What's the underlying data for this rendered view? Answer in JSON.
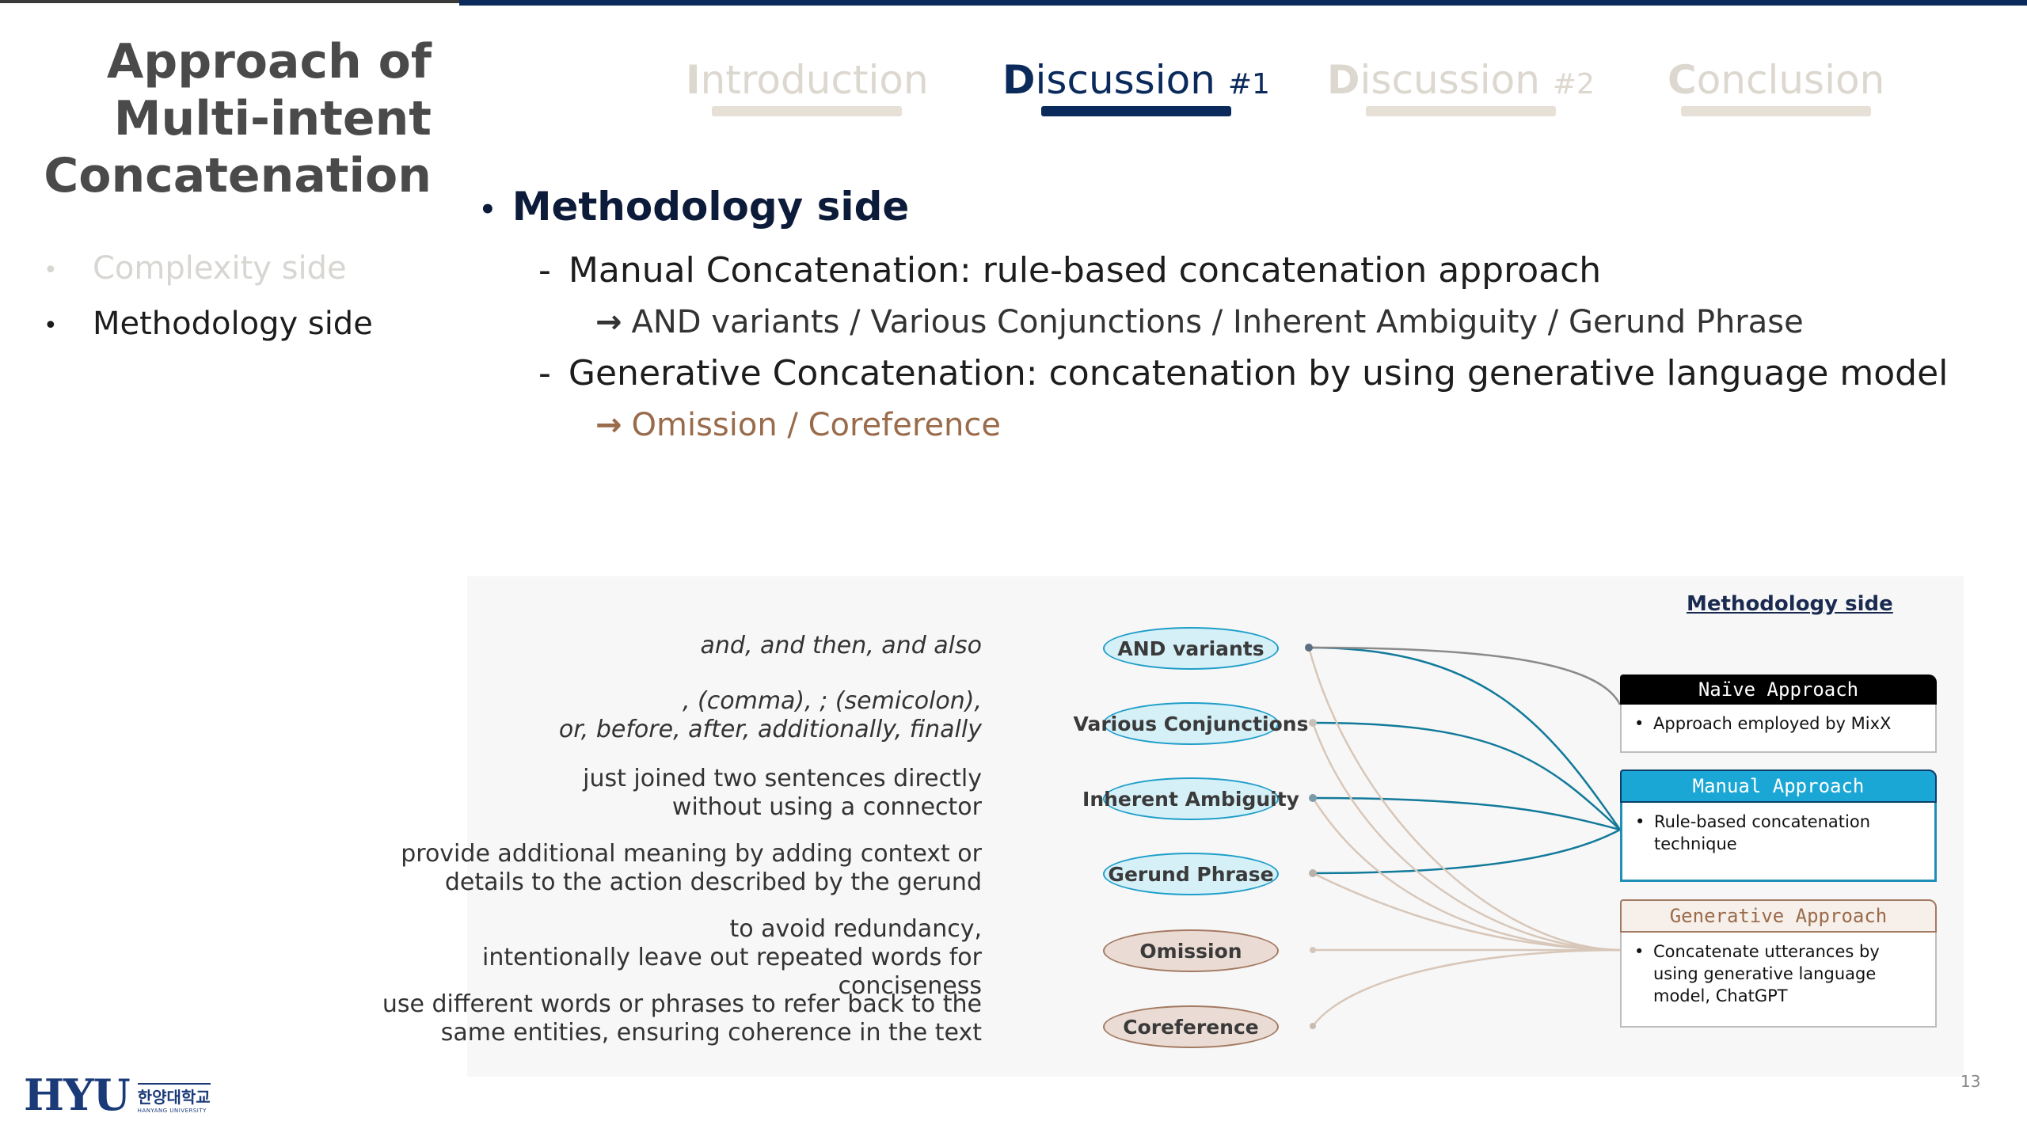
{
  "sidebar": {
    "title_lines": [
      "Approach of",
      "Multi-intent",
      "Concatenation"
    ],
    "items": [
      {
        "label": "Complexity side",
        "state": "dim"
      },
      {
        "label": "Methodology side",
        "state": "active"
      }
    ]
  },
  "tabs": [
    {
      "first": "I",
      "rest": "ntroduction",
      "num": ""
    },
    {
      "first": "D",
      "rest": "iscussion",
      "num": "#1"
    },
    {
      "first": "D",
      "rest": "iscussion",
      "num": "#2"
    },
    {
      "first": "C",
      "rest": "onclusion",
      "num": ""
    }
  ],
  "active_tab": 1,
  "main": {
    "heading": "Methodology side",
    "manual": {
      "line": "Manual Concatenation: rule-based concatenation approach",
      "detail": "AND variants / Various Conjunctions / Inherent Ambiguity / Gerund Phrase"
    },
    "generative": {
      "line": "Generative Concatenation: concatenation by using generative language model",
      "detail": "Omission / Coreference"
    }
  },
  "diagram": {
    "label": "Methodology side",
    "examples": [
      {
        "lines": [
          "and, and then, and also"
        ],
        "italic": true
      },
      {
        "lines": [
          ", (comma), ; (semicolon),",
          "or, before, after, additionally, finally"
        ],
        "italic": true
      },
      {
        "lines": [
          "just joined two sentences directly",
          "without using a connector"
        ],
        "italic": false
      },
      {
        "lines": [
          "provide additional meaning by adding context or",
          "details to the action described by the gerund"
        ],
        "italic": false
      },
      {
        "lines": [
          "to avoid redundancy,",
          "intentionally leave out repeated words for conciseness"
        ],
        "italic": false
      },
      {
        "lines": [
          "use different words or phrases to refer back to the",
          "same entities, ensuring coherence in the text"
        ],
        "italic": false
      }
    ],
    "pills": [
      {
        "label": "AND variants",
        "tone": "blue"
      },
      {
        "label": "Various Conjunctions",
        "tone": "blue"
      },
      {
        "label": "Inherent Ambiguity",
        "tone": "blue"
      },
      {
        "label": "Gerund Phrase",
        "tone": "blue"
      },
      {
        "label": "Omission",
        "tone": "tan"
      },
      {
        "label": "Coreference",
        "tone": "tan"
      }
    ],
    "boxes": {
      "naive": {
        "header": "Naïve Approach",
        "bullet": "Approach employed by MixX"
      },
      "manual": {
        "header": "Manual Approach",
        "bullet": "Rule-based concatenation technique"
      },
      "generative": {
        "header": "Generative Approach",
        "bullet": "Concatenate utterances by using generative language model, ChatGPT"
      }
    },
    "colors": {
      "manual_link": "#127a9a",
      "naive_link": "#8a8a8a",
      "generative_link": "#d8c7b9"
    }
  },
  "arrow_glyph": "→",
  "bullet_glyph": "•",
  "dash_glyph": "-",
  "page_number": "13",
  "logo": {
    "mark": "HYU",
    "korean": "한양대학교",
    "english": "HANYANG UNIVERSITY"
  }
}
